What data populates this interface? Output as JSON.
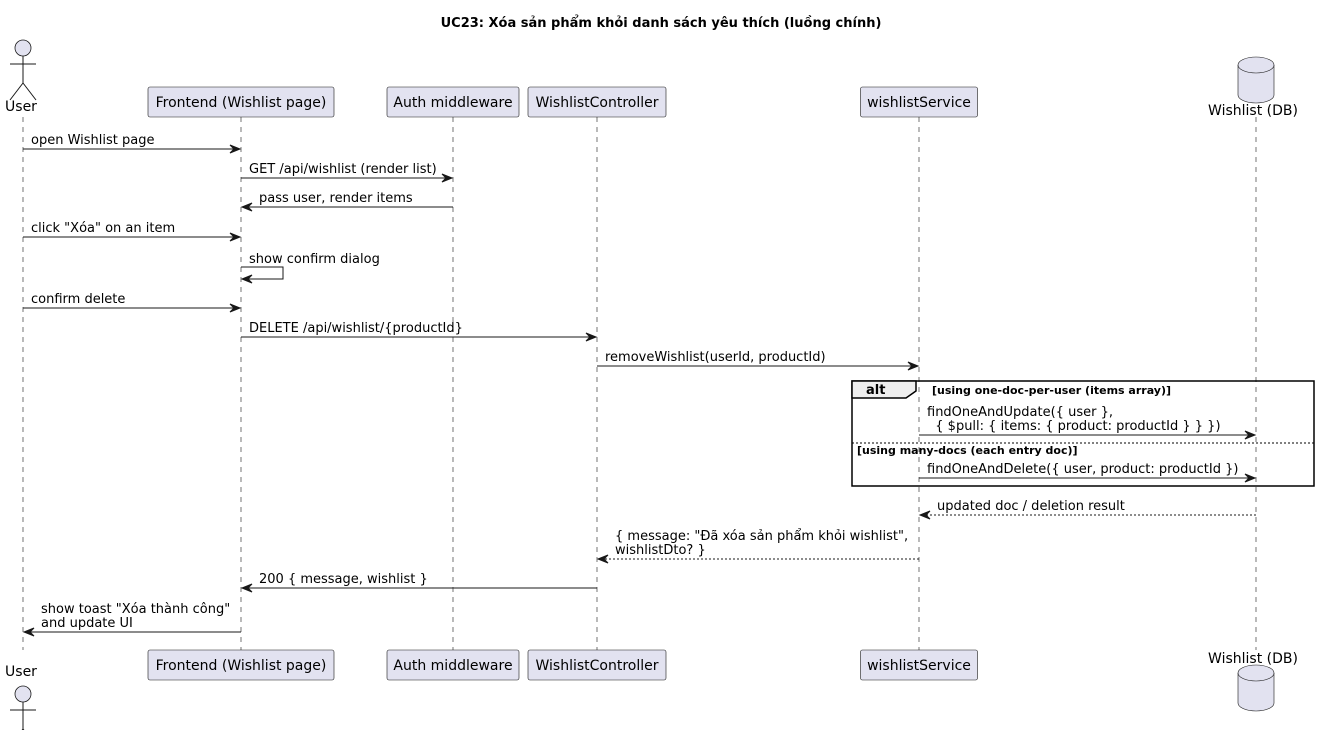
{
  "title": "UC23: Xóa sản phẩm khỏi danh sách yêu thích (luồng chính)",
  "participants": [
    {
      "id": "user",
      "label": "User",
      "kind": "actor"
    },
    {
      "id": "fe",
      "label": "Frontend (Wishlist page)",
      "kind": "box"
    },
    {
      "id": "auth",
      "label": "Auth middleware",
      "kind": "box"
    },
    {
      "id": "ctrl",
      "label": "WishlistController",
      "kind": "box"
    },
    {
      "id": "svc",
      "label": "wishlistService",
      "kind": "box"
    },
    {
      "id": "db",
      "label": "Wishlist (DB)",
      "kind": "database"
    }
  ],
  "messages": [
    {
      "from": "user",
      "to": "fe",
      "lines": [
        "open Wishlist page"
      ],
      "style": "solid"
    },
    {
      "from": "fe",
      "to": "auth",
      "lines": [
        "GET /api/wishlist (render list)"
      ],
      "style": "solid"
    },
    {
      "from": "auth",
      "to": "fe",
      "lines": [
        "pass user, render items"
      ],
      "style": "solid"
    },
    {
      "from": "user",
      "to": "fe",
      "lines": [
        "click \"Xóa\" on an item"
      ],
      "style": "solid"
    },
    {
      "from": "fe",
      "to": "fe",
      "lines": [
        "show confirm dialog"
      ],
      "style": "solid"
    },
    {
      "from": "user",
      "to": "fe",
      "lines": [
        "confirm delete"
      ],
      "style": "solid"
    },
    {
      "from": "fe",
      "to": "ctrl",
      "lines": [
        "DELETE /api/wishlist/{productId}"
      ],
      "style": "solid"
    },
    {
      "from": "ctrl",
      "to": "svc",
      "lines": [
        "removeWishlist(userId, productId)"
      ],
      "style": "solid"
    },
    {
      "from": "svc",
      "to": "db",
      "lines": [
        "findOneAndUpdate({ user },",
        "  { $pull: { items: { product: productId } } })"
      ],
      "style": "solid"
    },
    {
      "from": "svc",
      "to": "db",
      "lines": [
        "findOneAndDelete({ user, product: productId })"
      ],
      "style": "solid"
    },
    {
      "from": "db",
      "to": "svc",
      "lines": [
        "updated doc / deletion result"
      ],
      "style": "dashed"
    },
    {
      "from": "svc",
      "to": "ctrl",
      "lines": [
        "{ message: \"Đã xóa sản phẩm khỏi wishlist\",",
        "wishlistDto? }"
      ],
      "style": "dashed"
    },
    {
      "from": "ctrl",
      "to": "fe",
      "lines": [
        "200 { message, wishlist }"
      ],
      "style": "solid"
    },
    {
      "from": "fe",
      "to": "user",
      "lines": [
        "show toast \"Xóa thành công\"",
        "and update UI"
      ],
      "style": "solid"
    }
  ],
  "alt_fragment": {
    "label": "alt",
    "guards": [
      "[using one-doc-per-user (items array)]",
      "[using many-docs (each entry doc)]"
    ]
  }
}
